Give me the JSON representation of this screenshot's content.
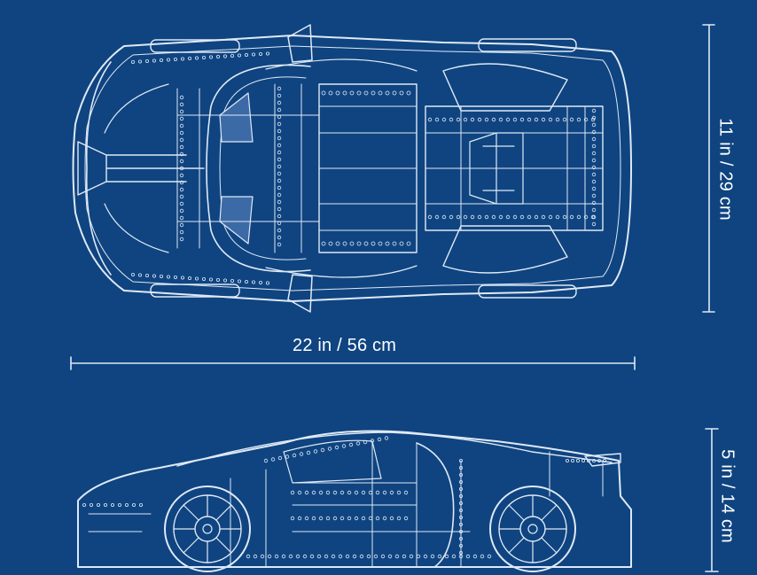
{
  "dimensions": {
    "length_label": "22 in / 56 cm",
    "width_label": "11 in / 29 cm",
    "height_label": "5 in / 14 cm"
  },
  "colors": {
    "background": "#0f4480",
    "line": "#dfe9f6",
    "panel": "#3c6aa6",
    "text": "#ffffff"
  }
}
